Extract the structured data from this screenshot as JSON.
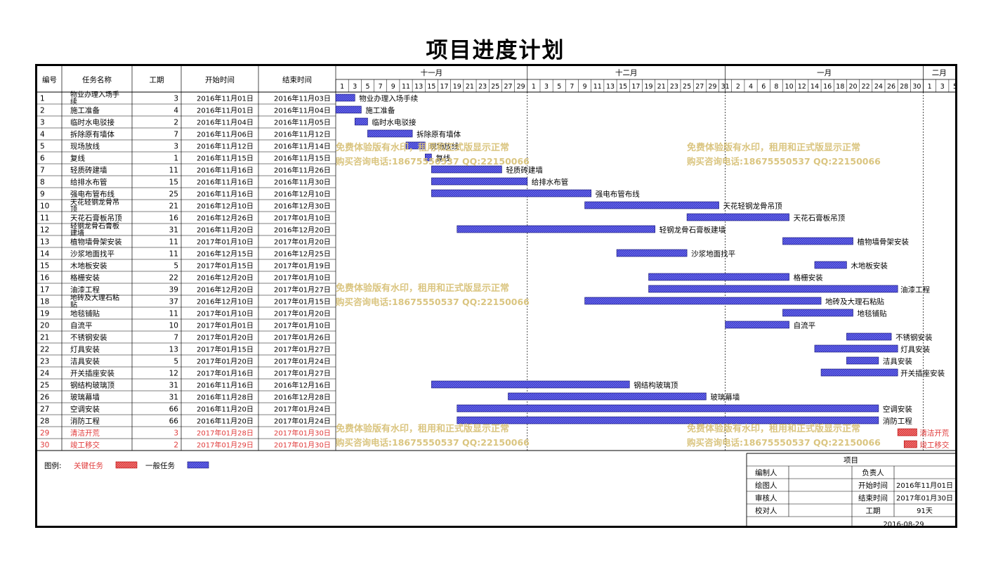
{
  "title": "项目进度计划",
  "chart_data": {
    "type": "gantt",
    "title": "项目进度计划",
    "columns": [
      "编号",
      "任务名称",
      "工期",
      "开始时间",
      "结束时间"
    ],
    "months": [
      {
        "label": "十一月",
        "days": [
          "1",
          "3",
          "5",
          "7",
          "9",
          "11",
          "13",
          "15",
          "17",
          "19",
          "21",
          "23",
          "25",
          "27",
          "29"
        ]
      },
      {
        "label": "十二月",
        "days": [
          "1",
          "3",
          "5",
          "7",
          "9",
          "11",
          "13",
          "15",
          "17",
          "19",
          "21",
          "23",
          "25",
          "27",
          "29",
          "31"
        ]
      },
      {
        "label": "一月",
        "days": [
          "2",
          "4",
          "6",
          "8",
          "10",
          "12",
          "14",
          "16",
          "18",
          "20",
          "22",
          "24",
          "26",
          "28",
          "30"
        ]
      },
      {
        "label": "二月",
        "days": [
          "1",
          "3",
          "5"
        ]
      }
    ],
    "timeline": {
      "start": "2016-11-01",
      "end": "2017-02-05"
    },
    "month_starts": [
      "2016-11-01",
      "2016-12-01",
      "2017-01-01",
      "2017-02-01"
    ],
    "critical_color": "#e03a3a",
    "normal_color": "#3a3ad0",
    "tasks": [
      {
        "id": "1",
        "name": "物业办理入场手续",
        "duration": "3",
        "start_text": "2016年11月01日",
        "end_text": "2016年11月03日",
        "start": "2016-11-01",
        "end": "2016-11-03",
        "critical": false
      },
      {
        "id": "2",
        "name": "施工准备",
        "duration": "4",
        "start_text": "2016年11月01日",
        "end_text": "2016年11月04日",
        "start": "2016-11-01",
        "end": "2016-11-04",
        "critical": false
      },
      {
        "id": "3",
        "name": "临时水电驳接",
        "duration": "2",
        "start_text": "2016年11月04日",
        "end_text": "2016年11月05日",
        "start": "2016-11-04",
        "end": "2016-11-05",
        "critical": false
      },
      {
        "id": "4",
        "name": "拆除原有墙体",
        "duration": "7",
        "start_text": "2016年11月06日",
        "end_text": "2016年11月12日",
        "start": "2016-11-06",
        "end": "2016-11-12",
        "critical": false
      },
      {
        "id": "5",
        "name": "现场放线",
        "duration": "3",
        "start_text": "2016年11月12日",
        "end_text": "2016年11月14日",
        "start": "2016-11-12",
        "end": "2016-11-14",
        "critical": false
      },
      {
        "id": "6",
        "name": "复线",
        "duration": "1",
        "start_text": "2016年11月15日",
        "end_text": "2016年11月15日",
        "start": "2016-11-15",
        "end": "2016-11-15",
        "critical": false
      },
      {
        "id": "7",
        "name": "轻质砖建墙",
        "duration": "11",
        "start_text": "2016年11月16日",
        "end_text": "2016年11月26日",
        "start": "2016-11-16",
        "end": "2016-11-26",
        "critical": false
      },
      {
        "id": "8",
        "name": "给排水布管",
        "duration": "15",
        "start_text": "2016年11月16日",
        "end_text": "2016年11月30日",
        "start": "2016-11-16",
        "end": "2016-11-30",
        "critical": false
      },
      {
        "id": "9",
        "name": "强电布管布线",
        "duration": "25",
        "start_text": "2016年11月16日",
        "end_text": "2016年12月10日",
        "start": "2016-11-16",
        "end": "2016-12-10",
        "critical": false
      },
      {
        "id": "10",
        "name": "天花轻钢龙骨吊顶",
        "duration": "21",
        "start_text": "2016年12月10日",
        "end_text": "2016年12月30日",
        "start": "2016-12-10",
        "end": "2016-12-30",
        "critical": false
      },
      {
        "id": "11",
        "name": "天花石膏板吊顶",
        "duration": "16",
        "start_text": "2016年12月26日",
        "end_text": "2017年01月10日",
        "start": "2016-12-26",
        "end": "2017-01-10",
        "critical": false
      },
      {
        "id": "12",
        "name": "轻钢龙骨石膏板建墙",
        "duration": "31",
        "start_text": "2016年11月20日",
        "end_text": "2016年12月20日",
        "start": "2016-11-20",
        "end": "2016-12-20",
        "critical": false
      },
      {
        "id": "13",
        "name": "植物墙骨架安装",
        "duration": "11",
        "start_text": "2017年01月10日",
        "end_text": "2017年01月20日",
        "start": "2017-01-10",
        "end": "2017-01-20",
        "critical": false
      },
      {
        "id": "14",
        "name": "沙浆地面找平",
        "duration": "11",
        "start_text": "2016年12月15日",
        "end_text": "2016年12月25日",
        "start": "2016-12-15",
        "end": "2016-12-25",
        "critical": false
      },
      {
        "id": "15",
        "name": "木地板安装",
        "duration": "5",
        "start_text": "2017年01月15日",
        "end_text": "2017年01月19日",
        "start": "2017-01-15",
        "end": "2017-01-19",
        "critical": false
      },
      {
        "id": "16",
        "name": "格栅安装",
        "duration": "22",
        "start_text": "2016年12月20日",
        "end_text": "2017年01月10日",
        "start": "2016-12-20",
        "end": "2017-01-10",
        "critical": false
      },
      {
        "id": "17",
        "name": "油漆工程",
        "duration": "39",
        "start_text": "2016年12月20日",
        "end_text": "2017年01月27日",
        "start": "2016-12-20",
        "end": "2017-01-27",
        "critical": false
      },
      {
        "id": "18",
        "name": "地砖及大理石粘贴",
        "duration": "37",
        "start_text": "2016年12月10日",
        "end_text": "2017年01月15日",
        "start": "2016-12-10",
        "end": "2017-01-15",
        "critical": false
      },
      {
        "id": "19",
        "name": "地毯铺贴",
        "duration": "11",
        "start_text": "2017年01月10日",
        "end_text": "2017年01月20日",
        "start": "2017-01-10",
        "end": "2017-01-20",
        "critical": false
      },
      {
        "id": "20",
        "name": "自流平",
        "duration": "10",
        "start_text": "2017年01月01日",
        "end_text": "2017年01月10日",
        "start": "2017-01-01",
        "end": "2017-01-10",
        "critical": false
      },
      {
        "id": "21",
        "name": "不锈钢安装",
        "duration": "7",
        "start_text": "2017年01月20日",
        "end_text": "2017年01月26日",
        "start": "2017-01-20",
        "end": "2017-01-26",
        "critical": false
      },
      {
        "id": "22",
        "name": "灯具安装",
        "duration": "13",
        "start_text": "2017年01月15日",
        "end_text": "2017年01月27日",
        "start": "2017-01-15",
        "end": "2017-01-27",
        "critical": false
      },
      {
        "id": "23",
        "name": "洁具安装",
        "duration": "5",
        "start_text": "2017年01月20日",
        "end_text": "2017年01月24日",
        "start": "2017-01-20",
        "end": "2017-01-24",
        "critical": false
      },
      {
        "id": "24",
        "name": "开关插座安装",
        "duration": "12",
        "start_text": "2017年01月16日",
        "end_text": "2017年01月27日",
        "start": "2017-01-16",
        "end": "2017-01-27",
        "critical": false
      },
      {
        "id": "25",
        "name": "钢结构玻璃顶",
        "duration": "31",
        "start_text": "2016年11月16日",
        "end_text": "2016年12月16日",
        "start": "2016-11-16",
        "end": "2016-12-16",
        "critical": false
      },
      {
        "id": "26",
        "name": "玻璃幕墙",
        "duration": "31",
        "start_text": "2016年11月28日",
        "end_text": "2016年12月28日",
        "start": "2016-11-28",
        "end": "2016-12-28",
        "critical": false
      },
      {
        "id": "27",
        "name": "空调安装",
        "duration": "66",
        "start_text": "2016年11月20日",
        "end_text": "2017年01月24日",
        "start": "2016-11-20",
        "end": "2017-01-24",
        "critical": false
      },
      {
        "id": "28",
        "name": "消防工程",
        "duration": "66",
        "start_text": "2016年11月20日",
        "end_text": "2017年01月24日",
        "start": "2016-11-20",
        "end": "2017-01-24",
        "critical": false
      },
      {
        "id": "29",
        "name": "清洁开荒",
        "duration": "3",
        "start_text": "2017年01月28日",
        "end_text": "2017年01月30日",
        "start": "2017-01-28",
        "end": "2017-01-30",
        "critical": true
      },
      {
        "id": "30",
        "name": "竣工移交",
        "duration": "2",
        "start_text": "2017年01月29日",
        "end_text": "2017年01月30日",
        "start": "2017-01-29",
        "end": "2017-01-30",
        "critical": true
      }
    ]
  },
  "watermark": {
    "line1": "免费体验版有水印，租用和正式版显示正常",
    "line2": "购买咨询电话:18675550537 QQ:22150066",
    "color": "#d9c27a"
  },
  "legend": {
    "label": "图例:",
    "critical_label": "关键任务",
    "normal_label": "一般任务"
  },
  "info_box": {
    "header": "项目",
    "rows": [
      {
        "k1": "编制人",
        "v1": "",
        "k2": "负责人",
        "v2": ""
      },
      {
        "k1": "绘图人",
        "v1": "",
        "k2": "开始时间",
        "v2": "2016年11月01日"
      },
      {
        "k1": "审核人",
        "v1": "",
        "k2": "结束时间",
        "v2": "2017年01月30日"
      },
      {
        "k1": "校对人",
        "v1": "",
        "k2": "工期",
        "v2": "91天"
      }
    ],
    "date": "2016-08-29"
  }
}
